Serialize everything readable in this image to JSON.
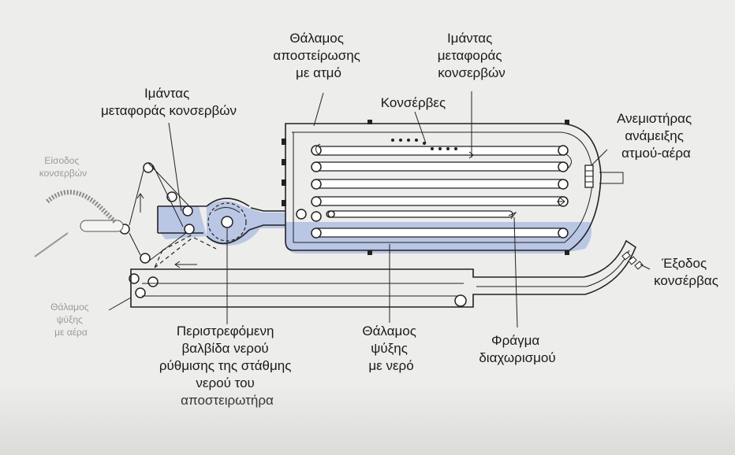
{
  "labels": {
    "steam_chamber": [
      "Θάλαμος",
      "αποστείρωσης",
      "με ατμό"
    ],
    "conveyor_top": [
      "Ιμάντας",
      "μεταφοράς",
      "κονσερβών"
    ],
    "conveyor_left": [
      "Ιμάντας",
      "μεταφοράς κονσερβών"
    ],
    "cans": [
      "Κονσέρβες"
    ],
    "fan": [
      "Ανεμιστήρας",
      "ανάμειξης",
      "ατμού-αέρα"
    ],
    "exit": [
      "Έξοδος",
      "κονσέρβας"
    ],
    "rotary_valve": [
      "Περιστρεφόμενη",
      "βαλβίδα νερού",
      "ρύθμισης της στάθμης",
      "νερού του",
      "αποστειρωτήρα"
    ],
    "cooling_chamber": [
      "Θάλαμος",
      "ψύξης",
      "με νερό"
    ],
    "partition": [
      "Φράγμα",
      "διαχωρισμού"
    ],
    "faded_left_top": [
      "Είσοδος",
      "κονσερβών"
    ],
    "faded_left_bottom": [
      "Θάλαμος",
      "ψύξης",
      "με αέρα"
    ]
  },
  "colors": {
    "water": "#b9c6e4",
    "ink": "#222222",
    "background": "#ededeb"
  }
}
